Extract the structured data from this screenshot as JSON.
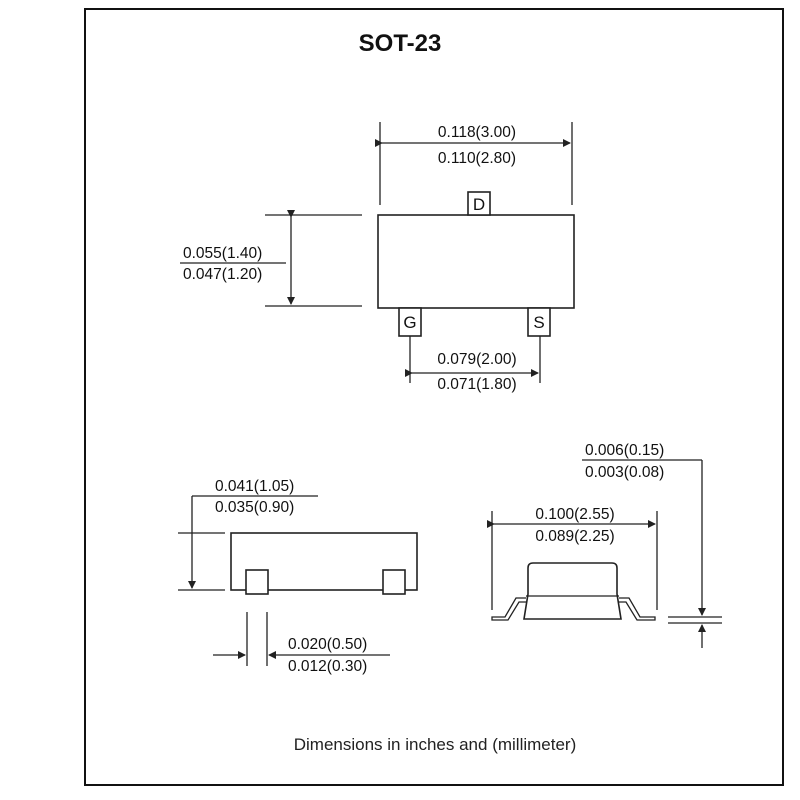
{
  "title": "SOT-23",
  "caption": "Dimensions in inches and (millimeter)",
  "pins": {
    "drain": "D",
    "gate": "G",
    "source": "S"
  },
  "dimensions": {
    "body_length": {
      "max": "0.118(3.00)",
      "min": "0.110(2.80)"
    },
    "body_width": {
      "max": "0.055(1.40)",
      "min": "0.047(1.20)"
    },
    "lead_pitch": {
      "max": "0.079(2.00)",
      "min": "0.071(1.80)"
    },
    "height": {
      "max": "0.041(1.05)",
      "min": "0.035(0.90)"
    },
    "lead_width": {
      "max": "0.020(0.50)",
      "min": "0.012(0.30)"
    },
    "lead_thickness": {
      "max": "0.006(0.15)",
      "min": "0.003(0.08)"
    },
    "overall_width": {
      "max": "0.100(2.55)",
      "min": "0.089(2.25)"
    }
  }
}
